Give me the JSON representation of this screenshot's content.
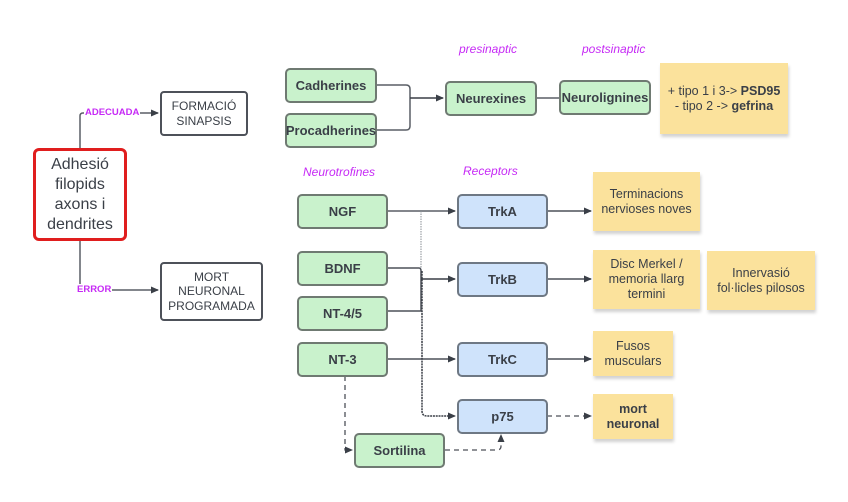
{
  "diagram": {
    "root": {
      "text": "Adhesió filopids axons i dendrites",
      "lines": [
        "Adhesió",
        "filopids",
        "axons i",
        "dendrites"
      ]
    },
    "outcomes": {
      "success": {
        "edge_label": "ADECUADA",
        "lines": [
          "FORMACIÓ",
          "SINAPSIS"
        ]
      },
      "failure": {
        "edge_label": "ERROR",
        "lines": [
          "MORT",
          "NEURONAL",
          "PROGRAMADA"
        ]
      }
    },
    "adhesion": {
      "presynaptic_label": "presinaptic",
      "postsynaptic_label": "postsinaptic",
      "cadherines": "Cadherines",
      "procadherines": "Procadherines",
      "neurexines": "Neurexines",
      "neurolignines": "Neurolignines",
      "note": {
        "line1_prefix": "+ tipo 1 i 3-> ",
        "line1_bold": "PSD95",
        "line2_prefix": "- tipo 2 -> ",
        "line2_bold": "gefrina"
      }
    },
    "neurotrophins": {
      "column_label": "Neurotrofines",
      "receptors_label": "Receptors",
      "ngf": "NGF",
      "bdnf": "BDNF",
      "nt45": "NT-4/5",
      "nt3": "NT-3",
      "sortilina": "Sortilina",
      "trka": "TrkA",
      "trkb": "TrkB",
      "trkc": "TrkC",
      "p75": "p75",
      "effects": {
        "trka": [
          "Terminacions",
          "nervioses noves"
        ],
        "trkb": [
          "Disc Merkel /",
          "memoria llarg",
          "termini"
        ],
        "trkb_extra": [
          "Innervasió",
          "fol·licles pilosos"
        ],
        "trkc": [
          "Fusos",
          "musculars"
        ],
        "p75": [
          "mort",
          "neuronal"
        ]
      }
    }
  },
  "colors": {
    "green_node": "#c9f2cc",
    "blue_node": "#cfe3fb",
    "sticky_note": "#fbe29c",
    "root_border": "#e01e1e",
    "label_magenta": "#c62af5",
    "line": "#4d5159"
  }
}
